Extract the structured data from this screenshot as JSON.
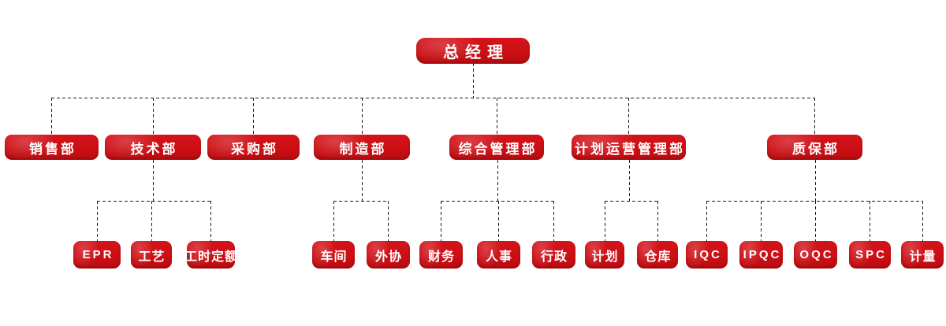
{
  "page": {
    "background": "#ffffff"
  },
  "style": {
    "node_red": "#cc0f15",
    "node_red_dark": "#b90c11",
    "text_color": "#ffffff",
    "connector_color": "#1c1c1c"
  },
  "org": {
    "root": {
      "label": "总经理"
    },
    "departments": [
      {
        "label": "销售部",
        "children": []
      },
      {
        "label": "技术部",
        "children": [
          {
            "label": "EPR"
          },
          {
            "label": "工艺"
          },
          {
            "label": "工时定额"
          }
        ]
      },
      {
        "label": "采购部",
        "children": []
      },
      {
        "label": "制造部",
        "children": [
          {
            "label": "车间"
          },
          {
            "label": "外协"
          }
        ]
      },
      {
        "label": "综合管理部",
        "children": [
          {
            "label": "财务"
          },
          {
            "label": "人事"
          },
          {
            "label": "行政"
          }
        ]
      },
      {
        "label": "计划运营管理部",
        "children": [
          {
            "label": "计划"
          },
          {
            "label": "仓库"
          }
        ]
      },
      {
        "label": "质保部",
        "children": [
          {
            "label": "IQC"
          },
          {
            "label": "IPQC"
          },
          {
            "label": "OQC"
          },
          {
            "label": "SPC"
          },
          {
            "label": "计量"
          }
        ]
      }
    ]
  }
}
